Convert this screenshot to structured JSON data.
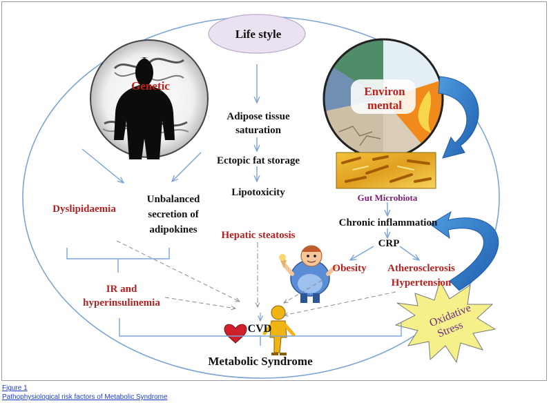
{
  "nodes": {
    "lifestyle": "Life style",
    "genetic": "Genetic",
    "environmental_line1": "Environ",
    "environmental_line2": "mental",
    "adipose_line1": "Adipose tissue",
    "adipose_line2": "saturation",
    "ectopic": "Ectopic fat storage",
    "lipotoxicity": "Lipotoxicity",
    "gut_microbiota": "Gut Microbiota",
    "chronic_inflammation": "Chronic inflammation",
    "crp": "CRP",
    "dyslipidaemia": "Dyslipidaemia",
    "adipokines_line1": "Unbalanced",
    "adipokines_line2": "secretion of",
    "adipokines_line3": "adipokines",
    "hepatic": "Hepatic steatosis",
    "obesity": "Obesity",
    "athero_line1": "Atherosclerosis",
    "athero_line2": "Hypertension",
    "ir_line1": "IR and",
    "ir_line2": "hyperinsulinemia",
    "cvd": "CVD",
    "metabolic": "Metabolic Syndrome",
    "oxidative_line1": "Oxidative",
    "oxidative_line2": "Stress"
  },
  "caption": {
    "figure_link": "Figure 1",
    "title_link": "Pathophysiological risk factors of Metabolic Syndrome"
  },
  "colors": {
    "red_label": "#b52020",
    "arrow_blue": "#2e78c8",
    "thin_arrow": "#7aa3d6",
    "caption_link": "#1a3fc4",
    "lifestyle_fill": "#eae2f0",
    "star_fill": "#f5f08a",
    "oxidative_text": "#6a2a86",
    "gut_text": "#7a1d6e"
  }
}
